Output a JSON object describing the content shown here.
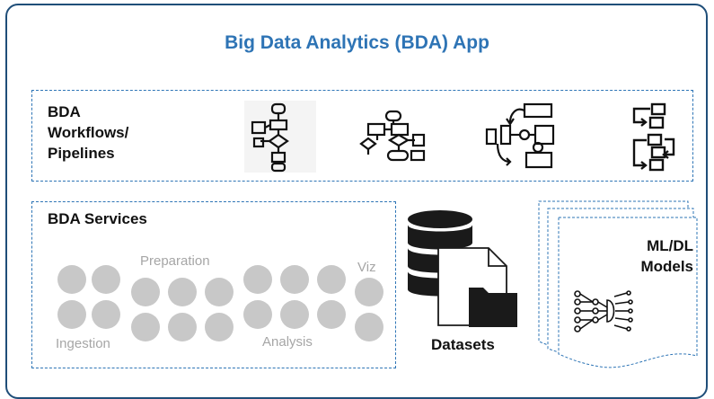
{
  "app_title": "Big Data Analytics (BDA) App",
  "workflows": {
    "label_lines": [
      "BDA",
      "Workflows/",
      "Pipelines"
    ],
    "icons": [
      "flowchart-icon",
      "flowchart-branch-icon",
      "workflow-cycle-icon",
      "process-steps-icon"
    ]
  },
  "services": {
    "label": "BDA Services",
    "stages": [
      "Ingestion",
      "Preparation",
      "Analysis",
      "Viz"
    ]
  },
  "datasets": {
    "label": "Datasets",
    "icon": "database-file-icon"
  },
  "models": {
    "label_lines": [
      "ML/DL",
      "Models"
    ],
    "icon": "neural-network-icon"
  },
  "colors": {
    "title": "#2e74b5",
    "border": "#1f4e79",
    "dashed": "#2e75b6",
    "service_circle": "#c8c8c8"
  }
}
